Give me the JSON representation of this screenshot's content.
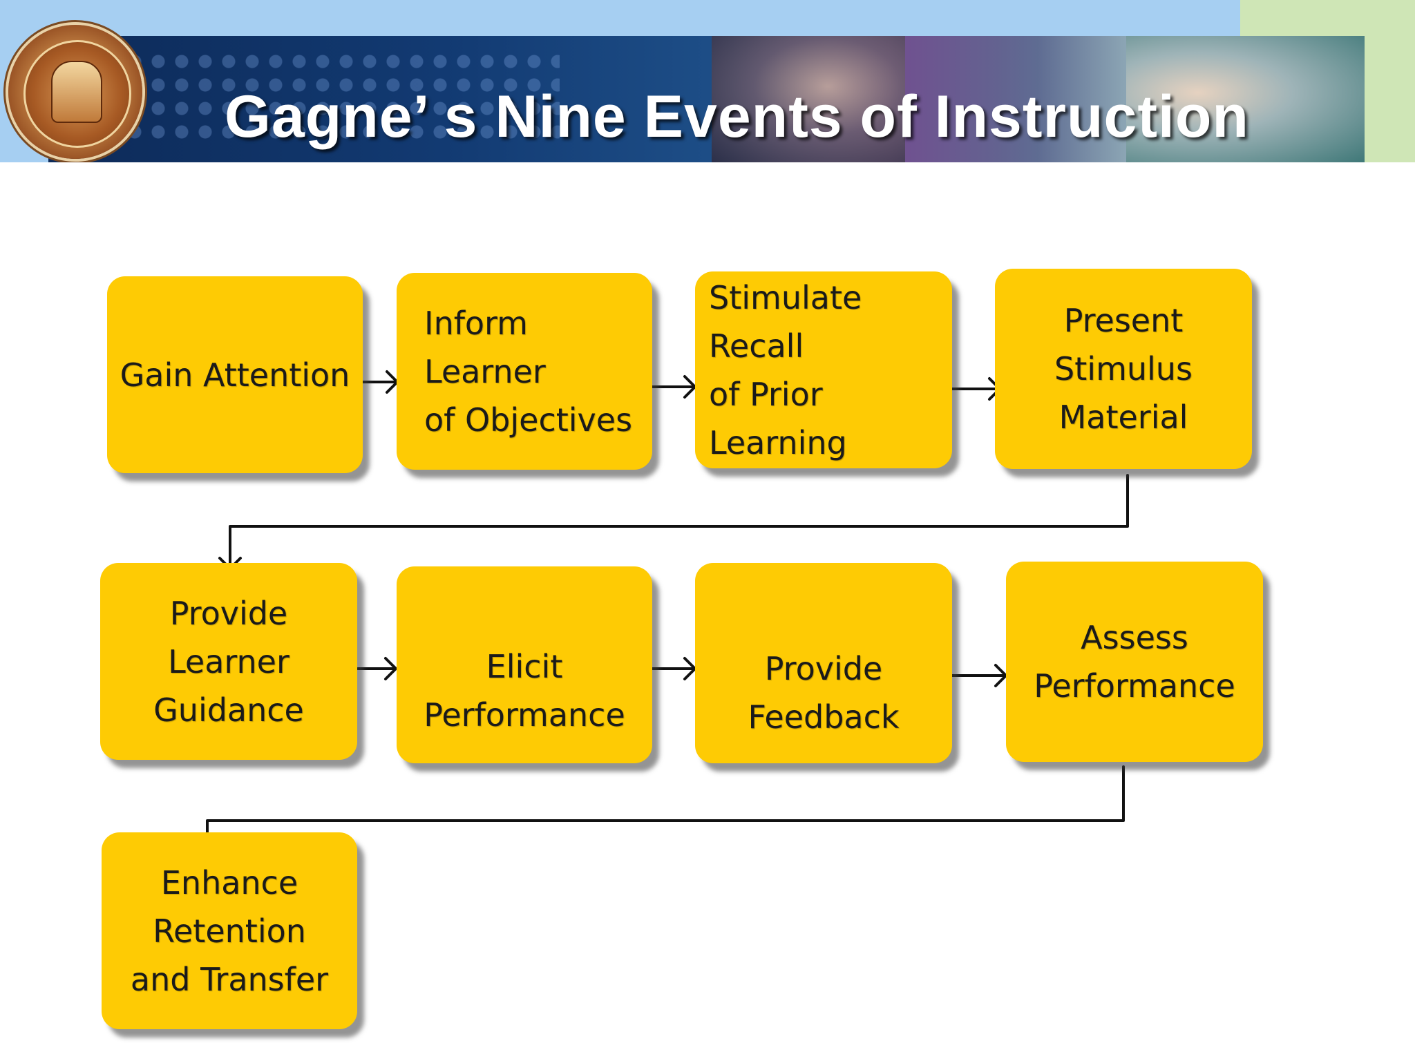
{
  "title": "Gagne’ s Nine Events of Instruction",
  "nodes": [
    {
      "id": "gain-attention",
      "lines": [
        "Gain Attention"
      ]
    },
    {
      "id": "inform-learner",
      "lines": [
        "Inform Learner",
        "of Objectives"
      ]
    },
    {
      "id": "stimulate-recall",
      "lines": [
        "Stimulate Recall",
        "of Prior Learning"
      ]
    },
    {
      "id": "present-stimulus",
      "lines": [
        "Present Stimulus",
        "Material"
      ]
    },
    {
      "id": "provide-guidance",
      "lines": [
        "Provide Learner",
        "Guidance"
      ]
    },
    {
      "id": "elicit-performance",
      "lines": [
        "Elicit Performance"
      ]
    },
    {
      "id": "provide-feedback",
      "lines": [
        "Provide Feedback"
      ]
    },
    {
      "id": "assess-performance",
      "lines": [
        "Assess",
        "Performance"
      ]
    },
    {
      "id": "enhance-retention",
      "lines": [
        "Enhance Retention",
        "and Transfer"
      ]
    }
  ],
  "colors": {
    "node_fill": "#fecb04",
    "connector": "#111111",
    "title_text": "#ffffff"
  }
}
